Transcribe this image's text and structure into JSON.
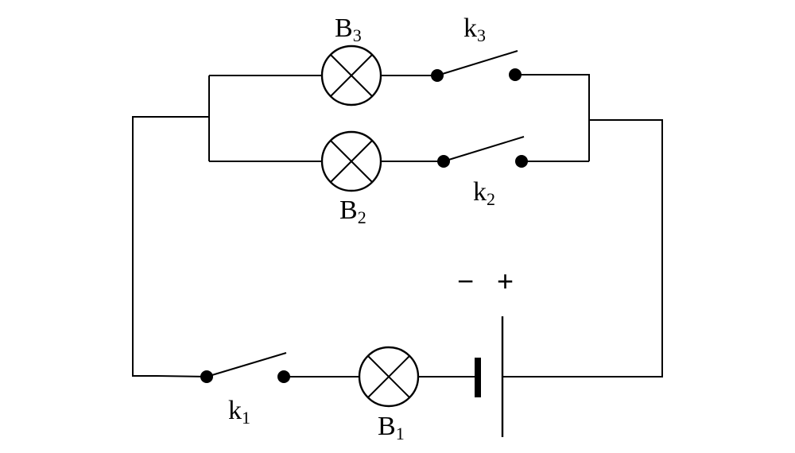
{
  "lamps": {
    "b1": {
      "letter": "B",
      "sub": "1"
    },
    "b2": {
      "letter": "B",
      "sub": "2"
    },
    "b3": {
      "letter": "B",
      "sub": "3"
    }
  },
  "switches": {
    "k1": {
      "letter": "k",
      "sub": "1"
    },
    "k2": {
      "letter": "k",
      "sub": "2"
    },
    "k3": {
      "letter": "k",
      "sub": "3"
    }
  },
  "battery": {
    "minus": "−",
    "plus": "+"
  }
}
